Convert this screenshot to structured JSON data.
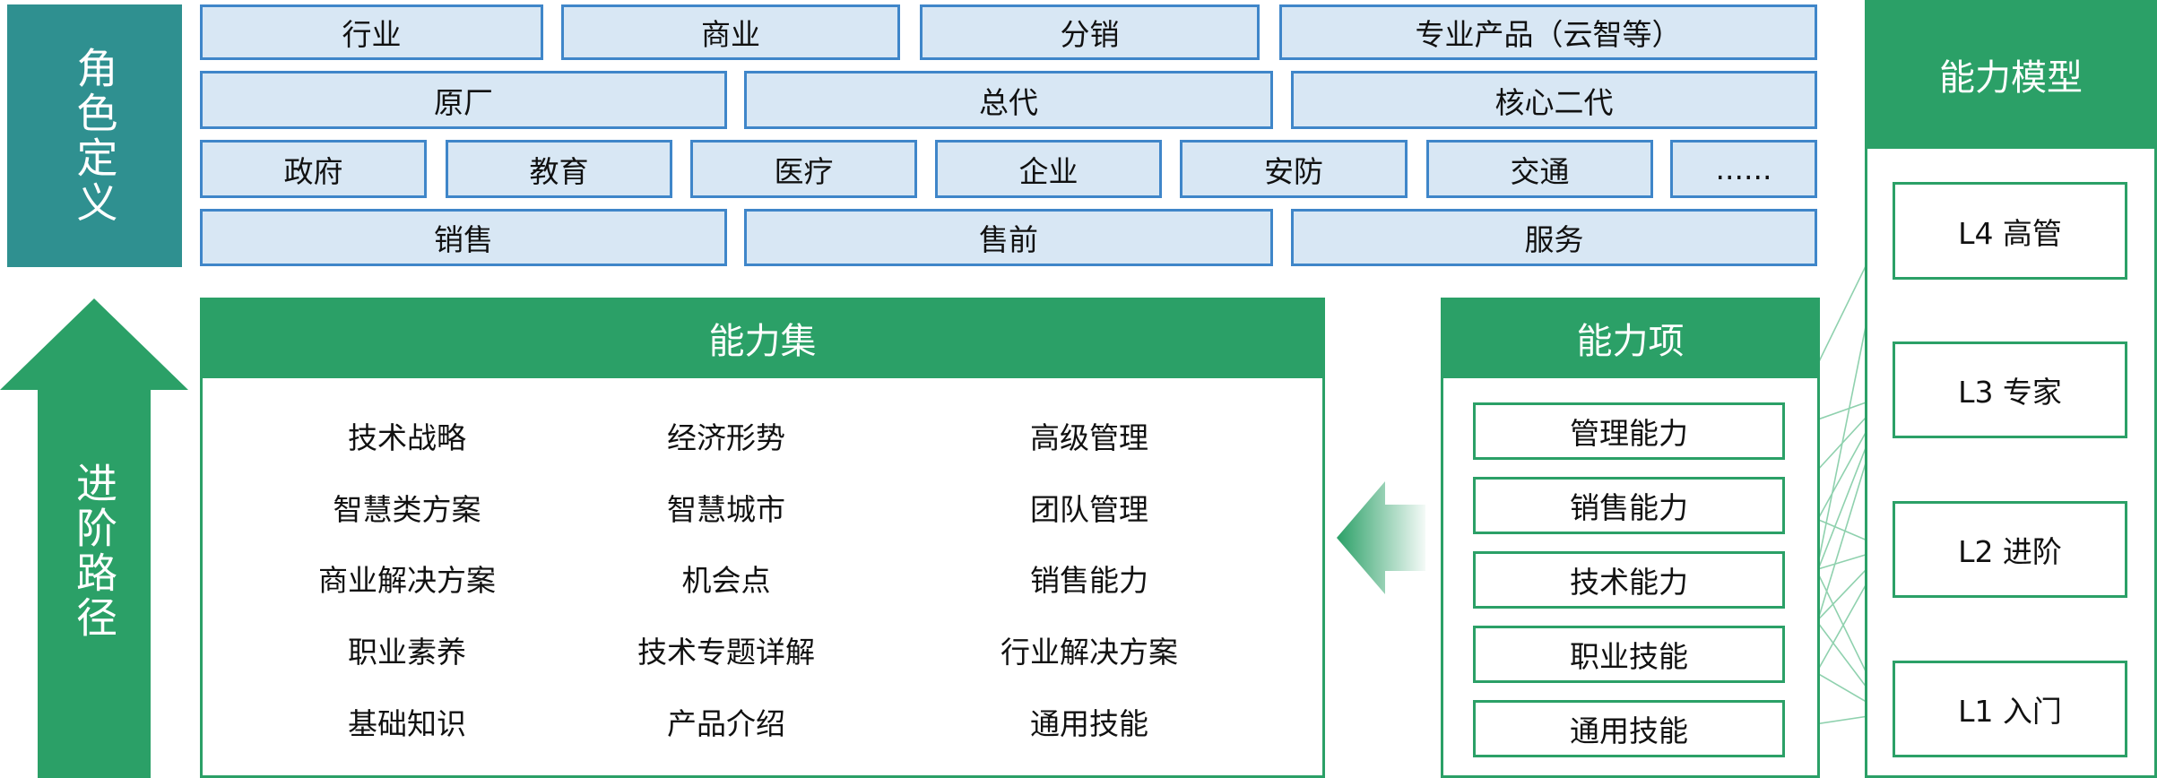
{
  "role_definition": {
    "title": "角色定义",
    "rows": [
      [
        "行业",
        "商业",
        "分销",
        "专业产品（云智等）"
      ],
      [
        "原厂",
        "总代",
        "核心二代"
      ],
      [
        "政府",
        "教育",
        "医疗",
        "企业",
        "安防",
        "交通",
        "......"
      ],
      [
        "销售",
        "售前",
        "服务"
      ]
    ]
  },
  "advancement_path": {
    "label": "进阶路径"
  },
  "capability_set": {
    "title": "能力集",
    "columns": [
      [
        "技术战略",
        "智慧类方案",
        "商业解决方案",
        "职业素养",
        "基础知识"
      ],
      [
        "经济形势",
        "智慧城市",
        "机会点",
        "技术专题详解",
        "产品介绍"
      ],
      [
        "高级管理",
        "团队管理",
        "销售能力",
        "行业解决方案",
        "通用技能"
      ]
    ]
  },
  "capability_items": {
    "title": "能力项",
    "items": [
      "管理能力",
      "销售能力",
      "技术能力",
      "职业技能",
      "通用技能"
    ]
  },
  "capability_model": {
    "title": "能力模型",
    "levels": [
      "L4 高管",
      "L3 专家",
      "L2 进阶",
      "L1 入门"
    ]
  },
  "connections": [
    {
      "item": 0,
      "levels": [
        0,
        1
      ]
    },
    {
      "item": 1,
      "levels": [
        1,
        2,
        3
      ]
    },
    {
      "item": 2,
      "levels": [
        1,
        2,
        3
      ]
    },
    {
      "item": 3,
      "levels": [
        1,
        2,
        3
      ]
    },
    {
      "item": 4,
      "levels": [
        0,
        1,
        2,
        3
      ]
    }
  ],
  "colors": {
    "teal": "#2F9090",
    "green": "#2BA067",
    "blue_fill": "#D8E7F4",
    "blue_border": "#3F86C9",
    "line": "#8FD1AE"
  }
}
